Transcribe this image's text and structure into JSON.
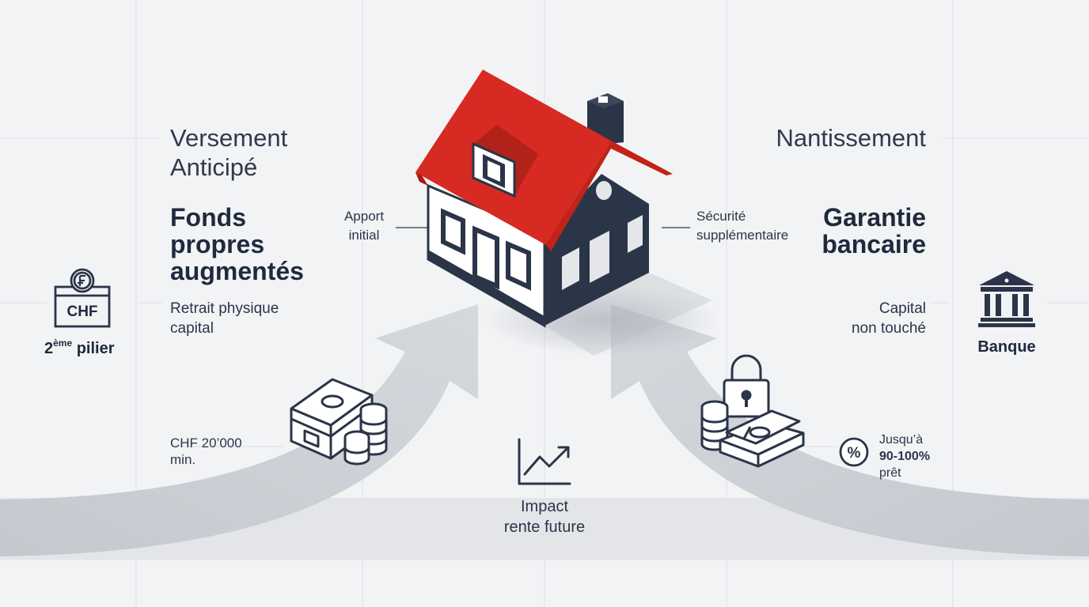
{
  "left": {
    "title_line1": "Versement",
    "title_line2": "Anticipé",
    "headline_line1": "Fonds",
    "headline_line2": "propres",
    "headline_line3": "augmentés",
    "desc_line1": "Retrait physique",
    "desc_line2": "capital",
    "box_label": "CHF",
    "pillar_number": "2",
    "pillar_superscript": "ème",
    "pillar_text": " pilier",
    "min_line1": "CHF 20’000",
    "min_line2": "min."
  },
  "center": {
    "apport_line1": "Apport",
    "apport_line2": "initial",
    "impact_line1": "Impact",
    "impact_line2": "rente future"
  },
  "right": {
    "title": "Nantissement",
    "securite_line1": "Sécurité",
    "securite_line2": "supplémentaire",
    "headline_line1": "Garantie",
    "headline_line2": "bancaire",
    "capital_line1": "Capital",
    "capital_line2": "non touché",
    "bank_label": "Banque",
    "loan_line1": "Jusqu’à",
    "loan_line2": "90-100%",
    "loan_line3": "prêt",
    "percent_symbol": "%"
  },
  "colors": {
    "navy": "#2b3548",
    "red": "#d62a22",
    "arrow_gray": "#c9ccd2",
    "background": "#f2f3f5"
  },
  "icons": [
    "house-illustration",
    "franc-coin-box-icon",
    "money-stack-icon",
    "padlock-icon",
    "cash-coins-icon",
    "bank-building-icon",
    "percent-badge-icon",
    "trend-chart-icon"
  ]
}
